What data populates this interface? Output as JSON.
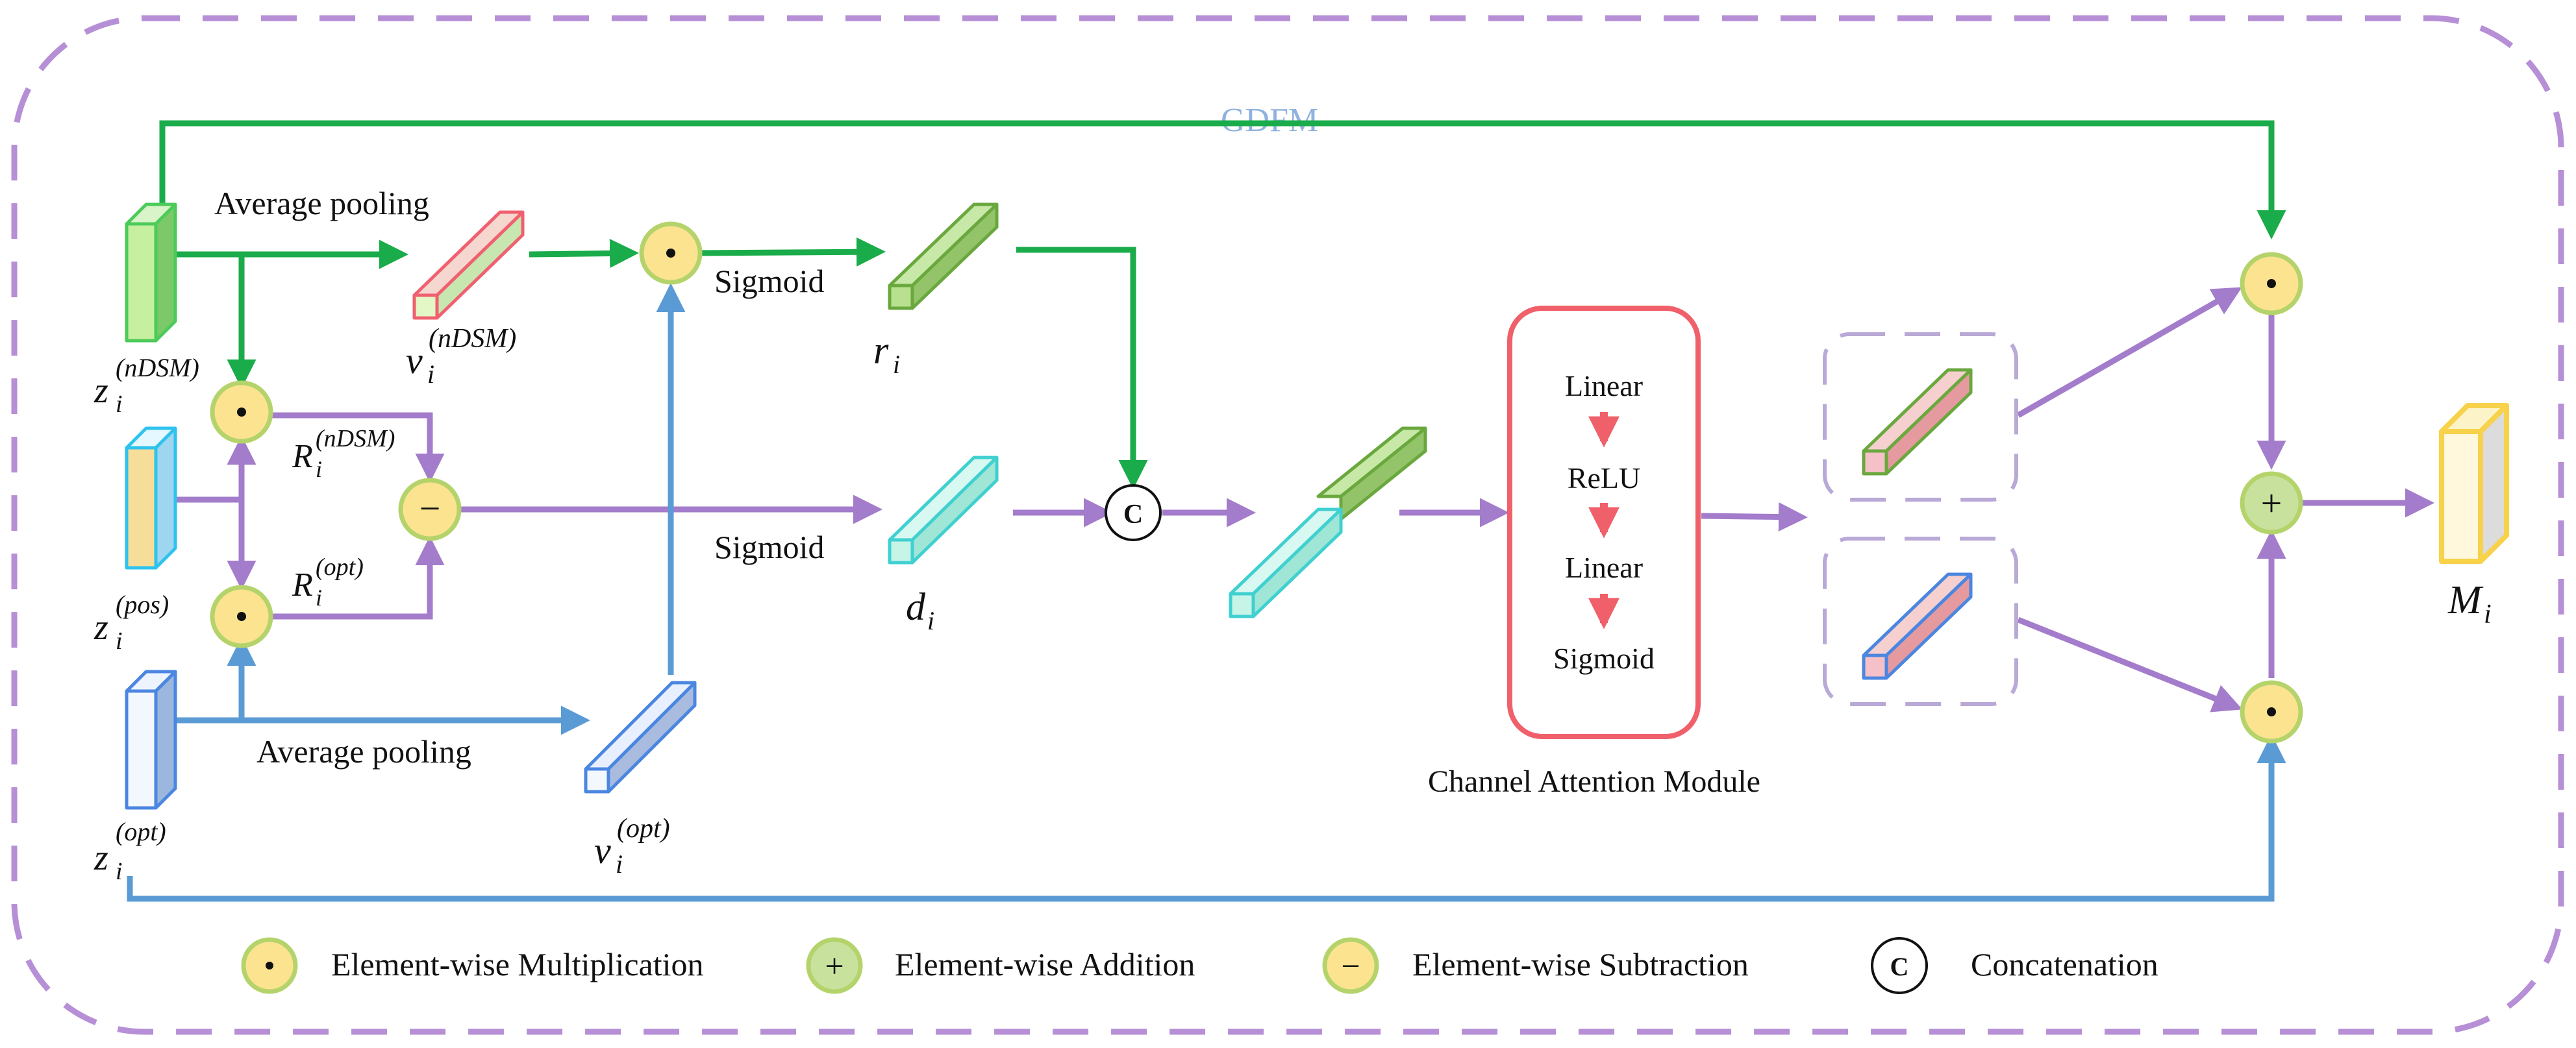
{
  "module_name": "GDFM",
  "labels": {
    "avg_pool_top": "Average pooling",
    "avg_pool_bottom": "Average pooling",
    "sigmoid_top": "Sigmoid",
    "sigmoid_mid": "Sigmoid",
    "cam_caption": "Channel Attention Module"
  },
  "cam_steps": [
    "Linear",
    "ReLU",
    "Linear",
    "Sigmoid"
  ],
  "symbols": {
    "mul": "·",
    "add": "+",
    "sub": "−",
    "concat": "C"
  },
  "vars": {
    "z_ndsm": {
      "base": "z",
      "sub": "i",
      "sup": "(nDSM)"
    },
    "z_pos": {
      "base": "z",
      "sub": "i",
      "sup": "(pos)"
    },
    "z_opt": {
      "base": "z",
      "sub": "i",
      "sup": "(opt)"
    },
    "v_ndsm": {
      "base": "v",
      "sub": "i",
      "sup": "(nDSM)"
    },
    "v_opt": {
      "base": "v",
      "sub": "i",
      "sup": "(opt)"
    },
    "R_ndsm": {
      "base": "R",
      "sub": "i",
      "sup": "(nDSM)"
    },
    "R_opt": {
      "base": "R",
      "sub": "i",
      "sup": "(opt)"
    },
    "r": {
      "base": "r",
      "sub": "i"
    },
    "d": {
      "base": "d",
      "sub": "i"
    },
    "M": {
      "base": "M",
      "sub": "i"
    }
  },
  "legend": [
    {
      "symbol": "·",
      "label": "Element-wise Multiplication"
    },
    {
      "symbol": "+",
      "label": "Element-wise Addition"
    },
    {
      "symbol": "−",
      "label": "Element-wise Subtraction"
    },
    {
      "symbol": "C",
      "label": "Concatenation"
    }
  ],
  "colors": {
    "green": "#1aab4a",
    "purple": "#a37ccb",
    "blue": "#5b9bd5",
    "red_frame": "#f0606a",
    "red_arrow": "#f0606a",
    "dash_border": "#b68fd6",
    "gdfm_text": "#8fb2e0",
    "op_fill": "#fbe38f",
    "op_stroke": "#b5d36b",
    "add_fill": "#c8e29e"
  }
}
